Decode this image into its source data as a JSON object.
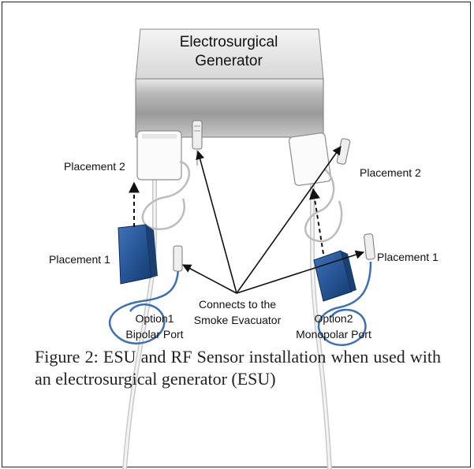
{
  "generator": {
    "title_line1": "Electrosurgical",
    "title_line2": "Generator"
  },
  "labels": {
    "placement2_left": "Placement 2",
    "placement1_left": "Placement 1",
    "placement2_right": "Placement 2",
    "placement1_right": "Placement 1",
    "connects_line1": "Connects to the",
    "connects_line2": "Smoke Evacuator",
    "option1_line1": "Option1",
    "option1_line2": "Bipolar Port",
    "option2_line1": "Option2",
    "option2_line2": "Monopolar Port"
  },
  "caption": "Figure 2: ESU and RF Sensor installation when used with an electrosurgical generator (ESU)"
}
